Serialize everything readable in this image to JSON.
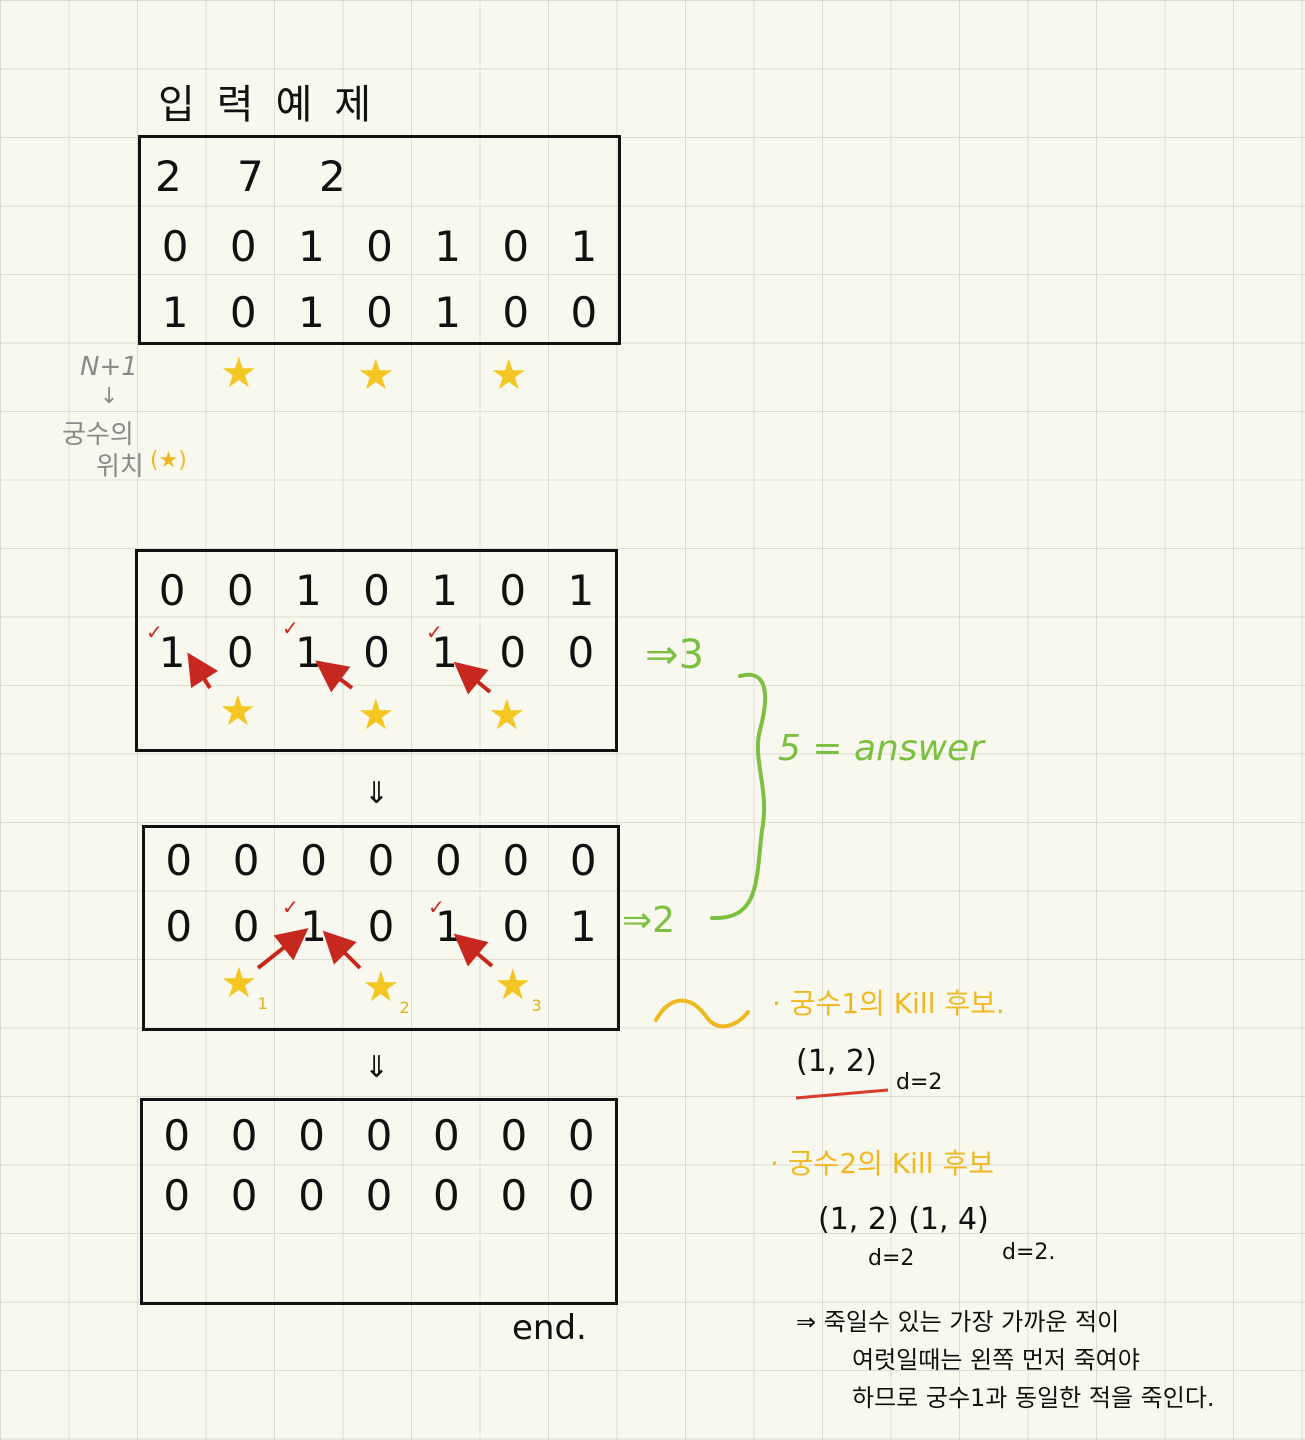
{
  "title": "입력예제",
  "input": {
    "header": [
      "2",
      "7",
      "2"
    ],
    "rows": [
      [
        "0",
        "0",
        "1",
        "0",
        "1",
        "0",
        "1"
      ],
      [
        "1",
        "0",
        "1",
        "0",
        "1",
        "0",
        "0"
      ]
    ]
  },
  "side_note": {
    "line1": "N+1",
    "arrow": "↓",
    "line2": "궁수의",
    "line3": "위치",
    "star_label": "(★)"
  },
  "step1": {
    "rows": [
      [
        "0",
        "0",
        "1",
        "0",
        "1",
        "0",
        "1"
      ],
      [
        "1",
        "0",
        "1",
        "0",
        "1",
        "0",
        "0"
      ]
    ],
    "result": "⇒3"
  },
  "step2": {
    "rows": [
      [
        "0",
        "0",
        "0",
        "0",
        "0",
        "0",
        "0"
      ],
      [
        "0",
        "0",
        "1",
        "0",
        "1",
        "0",
        "1"
      ]
    ],
    "result": "⇒2",
    "star_labels": [
      "1",
      "2",
      "3"
    ]
  },
  "step3": {
    "rows": [
      [
        "0",
        "0",
        "0",
        "0",
        "0",
        "0",
        "0"
      ],
      [
        "0",
        "0",
        "0",
        "0",
        "0",
        "0",
        "0"
      ]
    ],
    "end_label": "end."
  },
  "answer_label": "5 = answer",
  "annotations": {
    "archer1_title": "· 궁수1의 Kill 후보.",
    "archer1_candidates": "(1, 2)",
    "archer1_d": "d=2",
    "archer2_title": "· 궁수2의 Kill 후보",
    "archer2_candidates": "(1, 2)  (1, 4)",
    "archer2_d1": "d=2",
    "archer2_d2": "d=2.",
    "conclusion_line1": "⇒ 죽일수 있는 가장 가까운 적이",
    "conclusion_line2": "여럿일때는 왼쪽 먼저 죽여야",
    "conclusion_line3": "하므로 궁수1과 동일한 적을 죽인다."
  },
  "colors": {
    "star": "#f3c623",
    "green": "#7cc042",
    "red": "#d83a2c",
    "check": "#c62820",
    "grid_line": "#dcdcd0",
    "paper": "#f8f8ef"
  }
}
